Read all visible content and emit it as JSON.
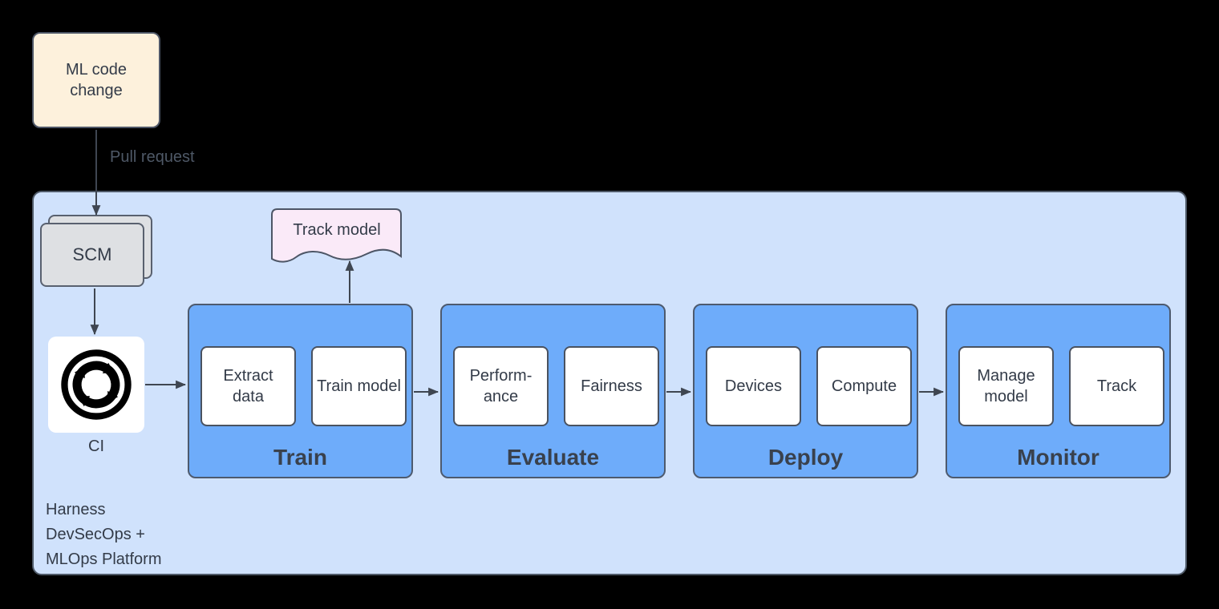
{
  "nodes": {
    "ml_code_change": {
      "label": "ML code change"
    },
    "scm": {
      "label": "SCM"
    },
    "ci": {
      "label": "CI",
      "icon": "sync-cycle-icon"
    },
    "track_model": {
      "label": "Track model"
    }
  },
  "edge_labels": {
    "pull_request": "Pull request"
  },
  "platform": {
    "lines": [
      "Harness",
      "DevSecOps +",
      "MLOps Platform"
    ]
  },
  "stages": [
    {
      "title": "Train",
      "steps": [
        "Extract data",
        "Train model"
      ]
    },
    {
      "title": "Evaluate",
      "steps": [
        "Perform-ance",
        "Fairness"
      ]
    },
    {
      "title": "Deploy",
      "steps": [
        "Devices",
        "Compute"
      ]
    },
    {
      "title": "Monitor",
      "steps": [
        "Manage model",
        "Track"
      ]
    }
  ],
  "colors": {
    "background": "#000000",
    "platform_fill": "#D0E2FC",
    "stage_fill": "#6EACFA",
    "note_fill": "#FDF1DC",
    "document_fill": "#FAEAF8",
    "scm_fill": "#DEE0E3",
    "step_fill": "#FFFFFF",
    "border_dark": "#4D5666",
    "text_dark": "#333B48",
    "arrow": "#3F4651"
  }
}
